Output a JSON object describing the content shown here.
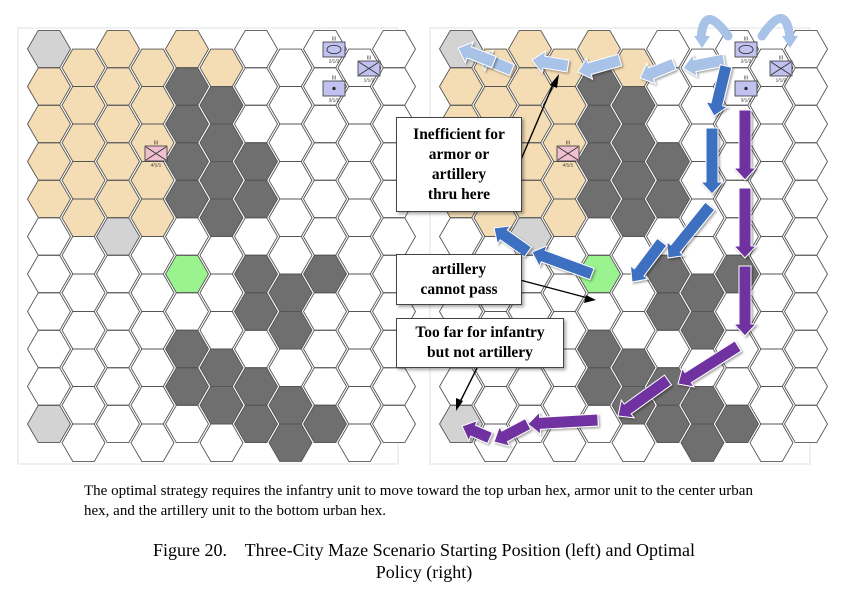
{
  "colors": {
    "urban": "#d3d3d3",
    "desert": "#f4ddb4",
    "obstacle": "#6f6f6f",
    "open": "#ffffff",
    "center_hex": "#9af38e",
    "blue_arrow": "#3e6fc1",
    "light_blue_arrow": "#a8c2e8",
    "purple_arrow": "#7030a0",
    "friendly_unit": "#c2c2f0",
    "enemy_unit": "#f0c0d0"
  },
  "units": {
    "infantry_label": "2/1/2",
    "armor_label": "1/1/2",
    "artillery_label": "3/1/2",
    "enemy_label": "4/1/1",
    "size_marker": "III"
  },
  "callouts": {
    "inefficient": [
      "Inefficient for",
      "armor or",
      "artillery",
      "thru here"
    ],
    "artillery_cannot_pass": [
      "artillery",
      "cannot pass"
    ],
    "too_far": [
      "Too far for infantry",
      "but not artillery"
    ]
  },
  "caption": {
    "description": "The optimal strategy requires the infantry unit to move toward the top urban hex, armor unit to the center urban hex, and the artillery unit to the bottom urban hex.",
    "figure_line1": "Figure 20.    Three-City Maze Scenario Starting Position (left) and Optimal",
    "figure_line2": "Policy (right)"
  }
}
